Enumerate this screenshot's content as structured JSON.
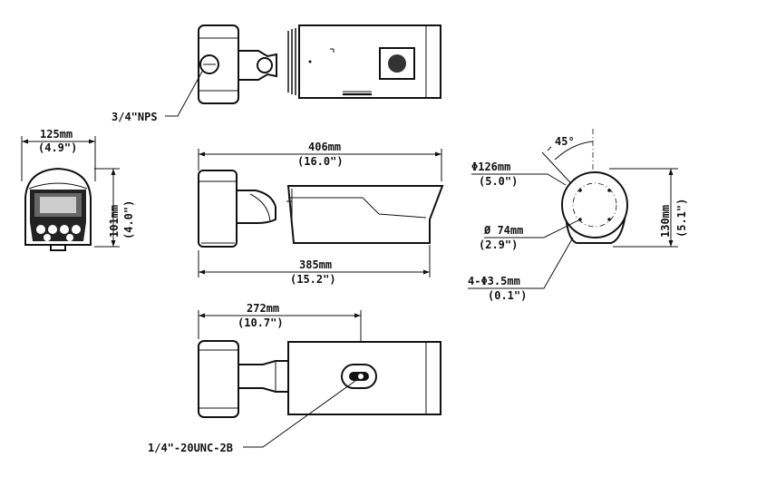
{
  "labels": {
    "npt_thread": "3/4\"NPS",
    "front_width_mm": "125mm",
    "front_width_in": "(4.9\")",
    "front_height_mm": "101mm",
    "front_height_in": "(4.0\")",
    "total_length_mm": "406mm",
    "total_length_in": "(16.0\")",
    "body_length_mm": "385mm",
    "body_length_in": "(15.2\")",
    "mount_dist_mm": "272mm",
    "mount_dist_in": "(10.7\")",
    "tripod_thread": "1/4\"-20UNC-2B",
    "angle": "45°",
    "base_dia_mm": "Φ126mm",
    "base_dia_in": "(5.0\")",
    "hole_circle_mm": "Ø 74mm",
    "hole_circle_in": "(2.9\")",
    "holes_mm": "4-Φ3.5mm",
    "holes_in": "(0.1\")",
    "base_height_mm": "130mm",
    "base_height_in": "(5.1\")"
  }
}
